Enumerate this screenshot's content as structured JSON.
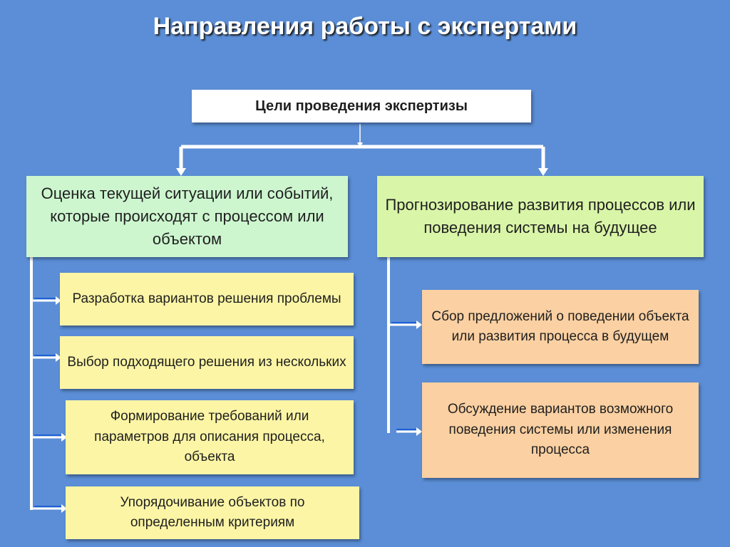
{
  "title": "Направления работы с экспертами",
  "goal": "Цели проведения экспертизы",
  "left_main": "Оценка текущей ситуации или событий, которые происходят с процессом или объектом",
  "right_main": "Прогнозирование развития процессов или поведения системы на будущее",
  "left_items": [
    "Разработка вариантов решения проблемы",
    "Выбор подходящего решения из нескольких",
    "Формирование требований или параметров для описания процесса, объекта",
    "Упорядочивание объектов по определенным критериям"
  ],
  "right_items": [
    "Сбор предложений о поведении объекта или развития процесса в будущем",
    "Обсуждение вариантов возможного поведения системы или изменения процесса"
  ],
  "colors": {
    "background": "#5b8ed6",
    "goal_box": "#ffffff",
    "left_main_box": "#cdf6cf",
    "right_main_box": "#d9f5a8",
    "left_item_box": "#fcf5a5",
    "right_item_box": "#fbd0a2",
    "arrow_accent": "#1f5fd6"
  }
}
